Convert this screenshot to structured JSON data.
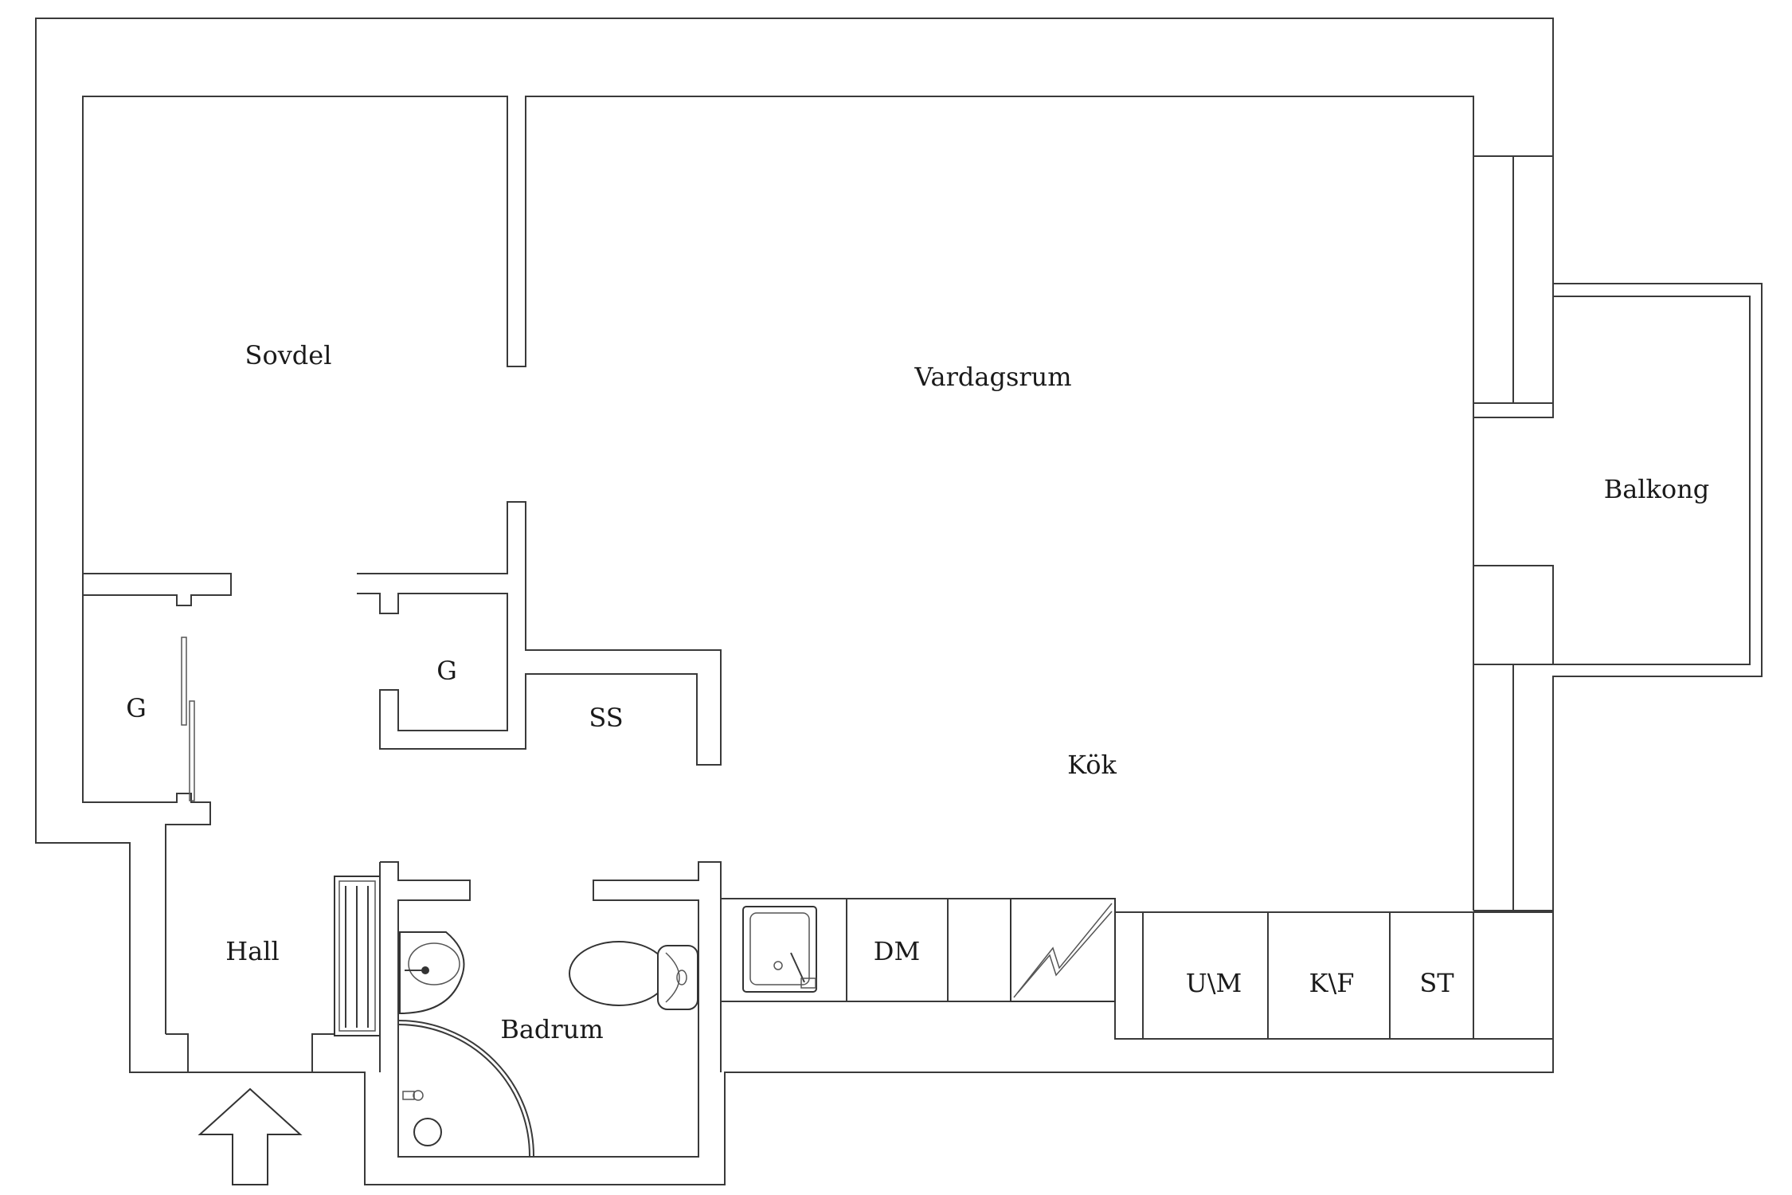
{
  "rooms": {
    "sovdel": "Sovdel",
    "vardagsrum": "Vardagsrum",
    "balkong": "Balkong",
    "closet_left": "G",
    "closet_mid": "G",
    "storage": "SS",
    "kitchen": "Kök",
    "hall": "Hall",
    "bathroom": "Badrum"
  },
  "appliances": {
    "dishwasher": "DM",
    "oven_microwave": "U\\M",
    "fridge_freezer": "K\\F",
    "cabinet": "ST"
  },
  "colors": {
    "wall": "#3a3a3a",
    "background": "#ffffff"
  }
}
